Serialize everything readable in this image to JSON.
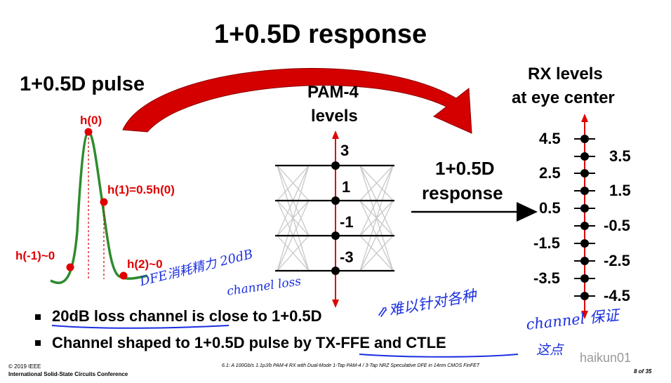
{
  "slide": {
    "title": "1+0.5D response",
    "pulse": {
      "heading": "1+0.5D pulse",
      "h0": "h(0)",
      "h1": "h(1)=0.5h(0)",
      "hm1": "h(-1)~0",
      "h2": "h(2)~0"
    },
    "pam4": {
      "heading_line1": "PAM-4",
      "heading_line2": "levels",
      "levels": [
        "3",
        "1",
        "-1",
        "-3"
      ]
    },
    "response_label_line1": "1+0.5D",
    "response_label_line2": "response",
    "rx": {
      "heading_line1": "RX levels",
      "heading_line2": "at eye center",
      "left_levels": [
        "4.5",
        "2.5",
        "0.5",
        "-1.5",
        "-3.5"
      ],
      "right_levels": [
        "3.5",
        "1.5",
        "-0.5",
        "-2.5",
        "-4.5"
      ]
    },
    "bullets": [
      "20dB loss channel is close to 1+0.5D",
      "Channel shaped to 1+0.5D pulse by TX-FFE and CTLE"
    ],
    "annotations": {
      "dfe_note_line1": "DFE消耗精力 20dB",
      "dfe_note_line2": "channel loss",
      "arrow_note": "⇗难以针对各种",
      "channel_note_line1": "channel 保证",
      "channel_note_line2": "这点"
    },
    "footer": {
      "copyright": "© 2019 IEEE",
      "conference": "International Solid-State Circuits Conference",
      "paper": "6.1: A 100Gb/s 1.1pJ/b PAM-4 RX with Dual-Mode 1-Tap PAM-4 / 3-Tap NRZ Speculative DFE in 14nm CMOS FinFET",
      "page": "8 of 35",
      "watermark": "haikun01"
    },
    "colors": {
      "accent_red": "#e00000",
      "pulse_green": "#2e8b2e",
      "annotation_blue": "#1b2fe0"
    }
  }
}
